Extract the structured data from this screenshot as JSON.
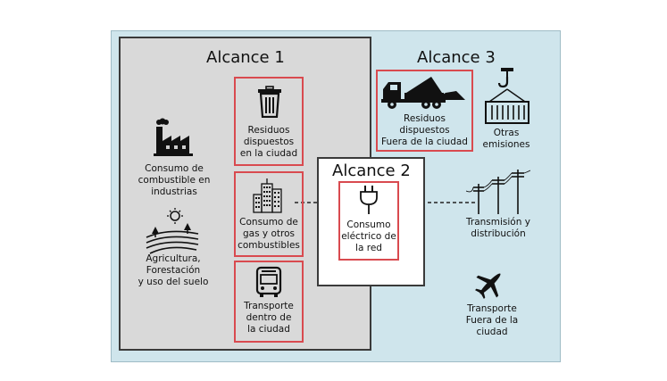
{
  "scopes": {
    "scope1": "Alcance 1",
    "scope2": "Alcance 2",
    "scope3": "Alcance 3"
  },
  "items": {
    "industry": "Consumo de\ncombustible en\nindustrias",
    "agriculture": "Agricultura,\nForestación\ny uso del suelo",
    "waste_city": "Residuos\ndispuestos\nen la ciudad",
    "gas_fuels": "Consumo de\ngas y otros\ncombustibles",
    "transport_city": "Transporte\ndentro de\nla ciudad",
    "electricity": "Consumo\neléctrico de\nla red",
    "waste_outside": "Residuos\ndispuestos\nFuera de la ciudad",
    "other_emissions": "Otras\nemisiones",
    "transmission": "Transmisión y\ndistribución",
    "transport_outside": "Transporte\nFuera de la\nciudad"
  },
  "colors": {
    "outer_bg": "#cfe5ec",
    "scope1_bg": "#d9d9d9",
    "scope2_bg": "#ffffff",
    "highlight_border": "#d94a4f"
  },
  "icons": {
    "industry": "factory-icon",
    "agriculture": "farm-field-icon",
    "waste_city": "trash-can-icon",
    "gas_fuels": "buildings-icon",
    "transport_city": "bus-icon",
    "electricity": "plug-icon",
    "waste_outside": "dump-truck-icon",
    "other_emissions": "crane-container-icon",
    "transmission": "power-lines-icon",
    "transport_outside": "airplane-icon"
  }
}
